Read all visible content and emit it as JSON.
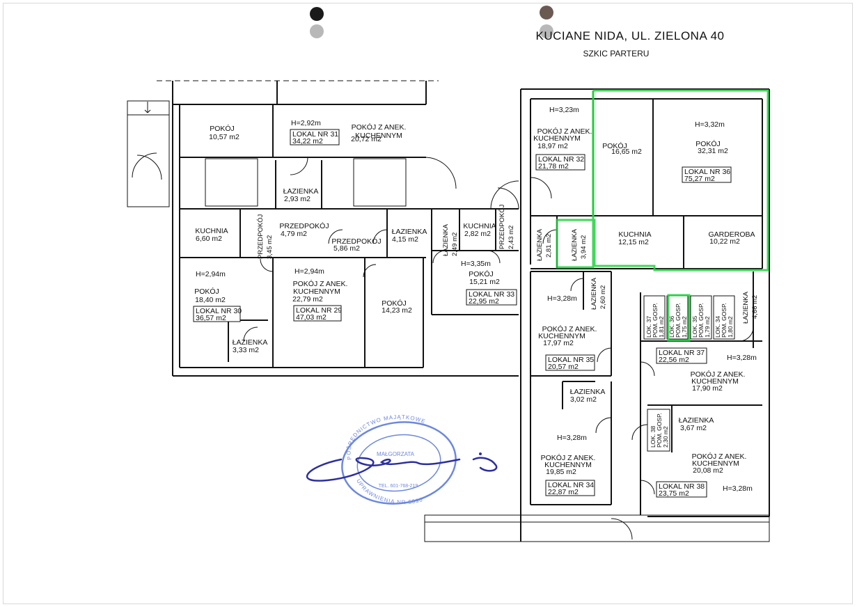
{
  "title": "KUCIANE NIDA, UL. ZIELONA 40",
  "subtitle": "SZKIC PARTERU",
  "colors": {
    "highlight": "#1fd13c",
    "stamp": "#3b5fd6",
    "signature": "#2b2f9e",
    "line": "#111111"
  },
  "rooms": [
    {
      "name": "POKÓJ",
      "area": "10,57 m2"
    },
    {
      "height": "H=2,92m",
      "name": "POKÓJ Z ANEK.",
      "name2": "KUCHENNYM",
      "area": "20,72 m2"
    },
    {
      "name": "ŁAZIENKA",
      "area": "2,93 m2"
    },
    {
      "name": "KUCHNIA",
      "area": "6,60 m2"
    },
    {
      "name": "PRZEDPOKÓJ",
      "area": "4,79 m2"
    },
    {
      "name": "PRZEDPOKÓJ",
      "area": "3,45 m2"
    },
    {
      "name": "PRZEDPOKÓJ",
      "area": "5,86 m2"
    },
    {
      "name": "ŁAZIENKA",
      "area": "4,15 m2"
    },
    {
      "height": "H=2,94m",
      "name": "POKÓJ",
      "area": "18,40 m2"
    },
    {
      "height": "H=2,94m",
      "name": "POKÓJ Z ANEK.",
      "name2": "KUCHENNYM",
      "area": "22,79 m2"
    },
    {
      "name": "POKÓJ",
      "area": "14,23 m2"
    },
    {
      "name": "ŁAZIENKA",
      "area": "3,33 m2"
    },
    {
      "name": "ŁAZIENKA",
      "area": "2,49 m2"
    },
    {
      "name": "KUCHNIA",
      "area": "2,82 m2"
    },
    {
      "name": "PRZEDPOKÓJ",
      "area": "2,43 m2"
    },
    {
      "height": "H=3,35m",
      "name": "POKÓJ",
      "area": "15,21 m2"
    },
    {
      "height": "H=3,23m",
      "name": "POKÓJ Z ANEK.",
      "name2": "KUCHENNYM",
      "area": "18,97 m2"
    },
    {
      "name": "POKÓJ",
      "area": "16,65 m2"
    },
    {
      "height": "H=3,32m",
      "name": "POKÓJ",
      "area": "32,31 m2"
    },
    {
      "name": "ŁAZIENKA",
      "area": "2,81 m2"
    },
    {
      "name": "ŁAZIENKA",
      "area": "3,94 m2"
    },
    {
      "name": "KUCHNIA",
      "area": "12,15 m2"
    },
    {
      "name": "GARDEROBA",
      "area": "10,22 m2"
    },
    {
      "name": "ŁAZIENKA",
      "area": "2,60 m2"
    },
    {
      "height": "H=3,28m",
      "name": "POKÓJ Z ANEK.",
      "name2": "KUCHENNYM",
      "area": "17,97 m2"
    },
    {
      "name": "ŁAZIENKA",
      "area": "4,66 m2"
    },
    {
      "height": "H=3,28m",
      "name": "POKÓJ Z ANEK.",
      "name2": "KUCHENNYM",
      "area": "17,90 m2"
    },
    {
      "name": "ŁAZIENKA",
      "area": "3,02 m2"
    },
    {
      "height": "H=3,28m",
      "name": "POKÓJ Z ANEK.",
      "name2": "KUCHENNYM",
      "area": "19,85 m2"
    },
    {
      "name": "ŁAZIENKA",
      "area": "3,67 m2"
    },
    {
      "height": "H=3,28m",
      "name": "POKÓJ Z ANEK.",
      "name2": "KUCHENNYM",
      "area": "20,08 m2"
    }
  ],
  "units": [
    {
      "label": "LOKAL NR 31",
      "area": "34,22 m2"
    },
    {
      "label": "LOKAL NR 30",
      "area": "36,57 m2"
    },
    {
      "label": "LOKAL NR 29",
      "area": "47,03 m2"
    },
    {
      "label": "LOKAL NR 33",
      "area": "22,95 m2"
    },
    {
      "label": "LOKAL NR 32",
      "area": "21,78 m2"
    },
    {
      "label": "LOKAL NR 36",
      "area": "75,27 m2"
    },
    {
      "label": "LOKAL NR 35",
      "area": "20,57 m2"
    },
    {
      "label": "LOKAL NR 37",
      "area": "22,56 m2"
    },
    {
      "label": "LOKAL NR 34",
      "area": "22,87 m2"
    },
    {
      "label": "LOKAL NR 38",
      "area": "23,75 m2"
    }
  ],
  "storage": [
    {
      "lines": [
        "LOK. 37",
        "POM. GOSP.",
        "1,81 m2"
      ]
    },
    {
      "lines": [
        "LOK. 36",
        "POM. GOSP.",
        "1,75 m2"
      ]
    },
    {
      "lines": [
        "LOK. 35",
        "POM. GOSP.",
        "1,79 m2"
      ]
    },
    {
      "lines": [
        "LOK. 34",
        "POM. GOSP.",
        "1,80 m2"
      ]
    },
    {
      "lines": [
        "LOK. 38",
        "POM. GOSP.",
        "2,30 m2"
      ]
    }
  ],
  "stamp": {
    "ring_top": "POŚREDNICTWO MAJĄTKOWE",
    "ring_bottom": "UPRAWNIENIA NR 5090",
    "center": [
      "MAŁGORZATA",
      "TEL. 601-768-219"
    ]
  }
}
